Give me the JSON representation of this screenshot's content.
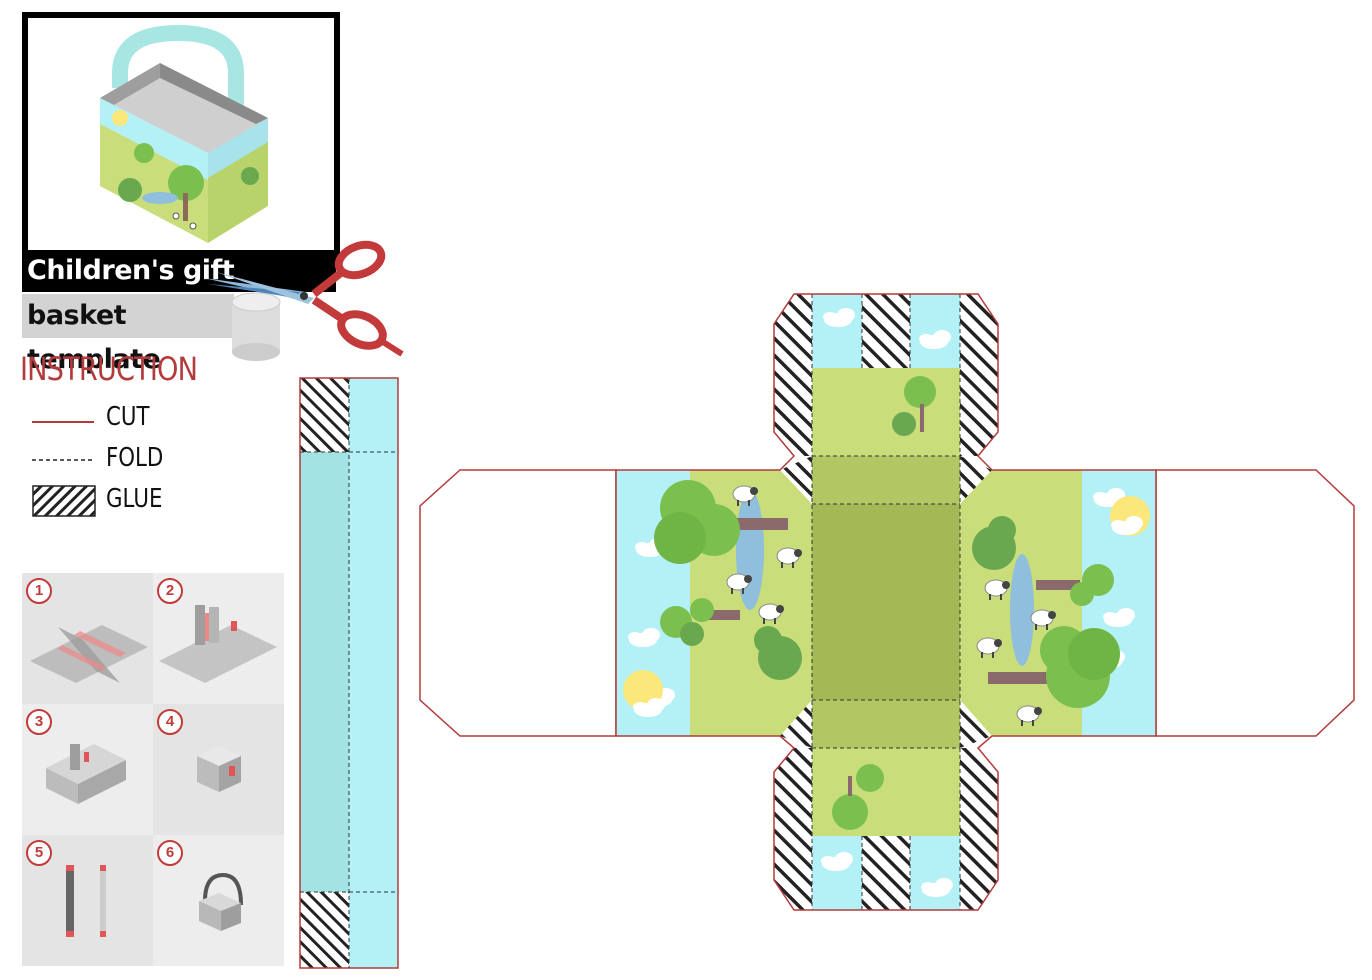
{
  "title": {
    "line1": "Children's gift",
    "line2": "basket template"
  },
  "instruction": {
    "heading": "INSTRUCTION",
    "legend": [
      {
        "label": "CUT",
        "style": "solid",
        "color": "#b33b3b"
      },
      {
        "label": "FOLD",
        "style": "dashed",
        "color": "#222222"
      },
      {
        "label": "GLUE",
        "style": "hatched",
        "color": "#222222"
      }
    ]
  },
  "steps": [
    {
      "number": "1"
    },
    {
      "number": "2"
    },
    {
      "number": "3"
    },
    {
      "number": "4"
    },
    {
      "number": "5"
    },
    {
      "number": "6"
    }
  ],
  "colors": {
    "cut_line": "#b33b3b",
    "sky": "#b3f1f7",
    "grass": "#c9de7a",
    "base": "#a3b955",
    "handle": "#a8e6e4",
    "tree": "#7bc04f",
    "water": "#8fbfdc",
    "sun": "#fbe77a"
  },
  "icons": [
    "scissors-icon",
    "tape-roll-icon",
    "tree-icon",
    "sheep-icon",
    "cloud-icon",
    "sun-icon"
  ]
}
